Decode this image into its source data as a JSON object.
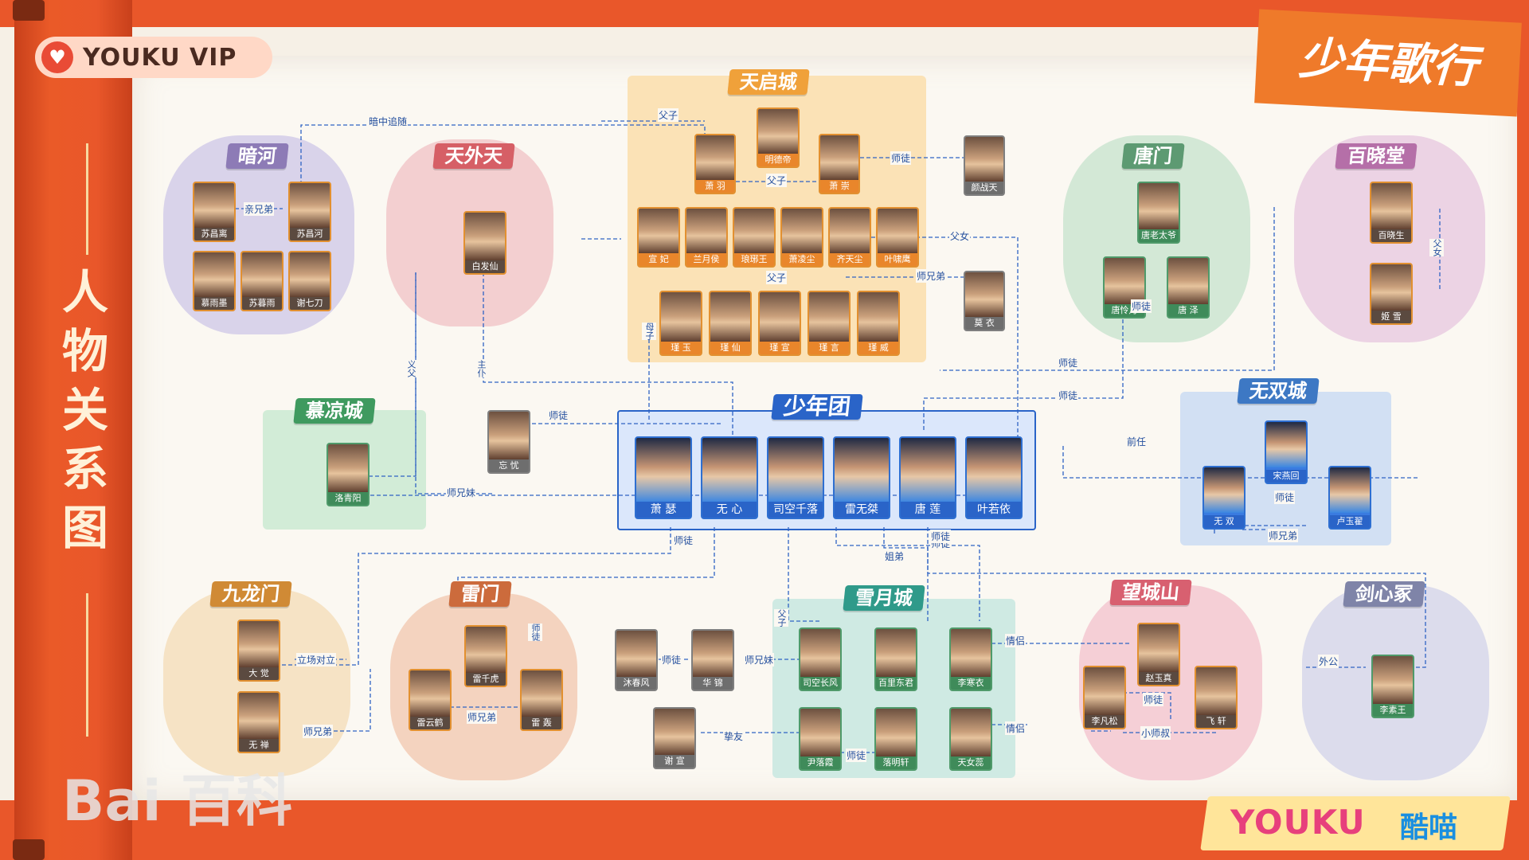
{
  "brand": {
    "vip_label": "YOUKU VIP",
    "show_title": "少年歌行",
    "side_title": "人物关系图",
    "footer_youku": "YOUKU",
    "footer_kumiao": "酷喵",
    "watermark": "Bai 百科"
  },
  "colors": {
    "accent": "#e9572a",
    "link": "#2f63c4",
    "youth": "#2a64c8"
  },
  "regions": {
    "tianqi": {
      "title": "天启城",
      "color": "#f0a13a"
    },
    "anhe": {
      "title": "暗河",
      "color": "#8d7bb6"
    },
    "tianwaitian": {
      "title": "天外天",
      "color": "#d65f66"
    },
    "tangmen": {
      "title": "唐门",
      "color": "#5d9a72"
    },
    "baixiaotang": {
      "title": "百晓堂",
      "color": "#b56fa8"
    },
    "muliang": {
      "title": "慕凉城",
      "color": "#3f9a5f"
    },
    "shaonian": {
      "title": "少年团",
      "color": "#2a64c8"
    },
    "wushuang": {
      "title": "无双城",
      "color": "#3d78c4"
    },
    "jiulongmen": {
      "title": "九龙门",
      "color": "#d08a35"
    },
    "leimen": {
      "title": "雷门",
      "color": "#cc6b3c"
    },
    "xueyue": {
      "title": "雪月城",
      "color": "#2f9a8a"
    },
    "wangcheng": {
      "title": "望城山",
      "color": "#d86070"
    },
    "jianxinzhong": {
      "title": "剑心冢",
      "color": "#7f84a8"
    }
  },
  "characters": {
    "ming_de_di": "明德帝",
    "xiao_yu": "萧 羽",
    "xiao_chong": "萧 崇",
    "yan_zhan_tian": "颜战天",
    "xuan_fei": "宣 妃",
    "lan_yue_hou": "兰月侯",
    "lang_ya_wang": "琅琊王",
    "xiao_ling_chen": "萧凌尘",
    "qi_tian_chen": "齐天尘",
    "ye_xiao_ying": "叶啸鹰",
    "mo_yi": "莫 衣",
    "jin_yu": "瑾 玉",
    "jin_xian": "瑾 仙",
    "jin_xuan": "瑾 宣",
    "jin_yan": "瑾 言",
    "jin_wei": "瑾 威",
    "su_chang_li": "苏昌离",
    "su_chang_he": "苏昌河",
    "mu_yu_mo": "慕雨墨",
    "su_mu_yu": "苏暮雨",
    "xie_qi_dao": "谢七刀",
    "bai_fa_xian": "白发仙",
    "tang_lao_tai_ye": "唐老太爷",
    "tang_ling_yue": "唐怜月",
    "tang_ze": "唐 泽",
    "bai_xiao_sheng": "百晓生",
    "ji_xue": "姬 雪",
    "luo_qing_yang": "洛青阳",
    "wang_you": "忘 忧",
    "xiao_se": "萧 瑟",
    "wu_xin": "无 心",
    "si_kong_qian_luo": "司空千落",
    "lei_wu_jie": "雷无桀",
    "tang_lian": "唐 莲",
    "ye_ruo_yi": "叶若依",
    "song_yan_hui": "宋燕回",
    "wu_shuang": "无 双",
    "lu_yu_di": "卢玉翟",
    "da_jue": "大 觉",
    "wu_chan": "无 禅",
    "lei_qian_hu": "雷千虎",
    "lei_yun_he": "雷云鹤",
    "lei_hong": "雷 轰",
    "mu_chun_feng": "沐春风",
    "hua_jin": "华 锦",
    "xie_xuan": "谢 宣",
    "si_kong_chang_feng": "司空长风",
    "bai_li_dong_jun": "百里东君",
    "li_han_yi": "李寒衣",
    "yin_luo_xia": "尹落霞",
    "luo_ming_xuan": "落明轩",
    "tian_nv_rui": "天女蕊",
    "zhao_yu_zhen": "赵玉真",
    "li_fan_song": "李凡松",
    "fei_xuan": "飞 轩",
    "li_su_wang": "李素王"
  },
  "relations": {
    "anzhong_zhuisui": "暗中追随",
    "fuzi": "父子",
    "fuzi_2": "父子",
    "fuzi_3": "父子",
    "shitu": "师徒",
    "qinxiongdi": "亲兄弟",
    "fu_nv": "父女",
    "shixiongdi": "师兄弟",
    "shixiongdi_2": "师兄弟",
    "muzi": "母子",
    "zhupu": "主仆",
    "yifu": "义父",
    "shitu_2": "师徒",
    "shitu_3": "师徒",
    "shixiongmei": "师兄妹",
    "shitu_4": "师徒",
    "shitu_5": "师徒",
    "qianren": "前任",
    "shitu_6": "师徒",
    "shixiongdi_3": "师兄弟",
    "shitu_7": "师徒",
    "jiedi": "姐弟",
    "shitu_8": "师徒",
    "lichang_duili": "立场对立",
    "shixiongdi_4": "师兄弟",
    "shitu_9": "师徒",
    "shixiongdi_5": "师兄弟",
    "shitu_10": "师徒",
    "shixiongmei_2": "师兄妹",
    "fuzi_4": "父子",
    "zhiyou": "挚友",
    "qinglv": "情侣",
    "qinglv_2": "情侣",
    "shitu_11": "师徒",
    "shitu_12": "师徒",
    "xiao_shishu": "小师叔",
    "waigong": "外公",
    "fu_nv_2": "父女",
    "shitu_13": "师徒"
  }
}
